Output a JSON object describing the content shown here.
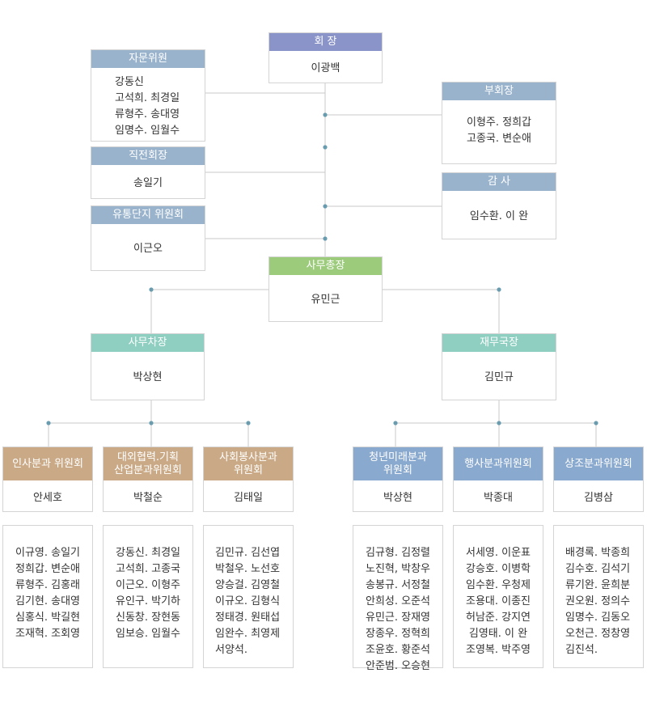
{
  "colors": {
    "president_header": "#8a94c8",
    "board_header": "#9ab3cc",
    "secretary_general_header": "#9ccb7c",
    "deputy_header": "#8fcfc1",
    "committee_left_header": "#caa986",
    "committee_right_header": "#8aa9cf",
    "connector_line": "#c8c8c8",
    "connector_dot": "#6a9cb0"
  },
  "president": {
    "title": "회 장",
    "name": "이광백"
  },
  "advisors": {
    "title": "자문위원",
    "members": [
      "강동신",
      "고석희. 최경일",
      "류형주. 송대영",
      "임명수. 임월수"
    ]
  },
  "former_president": {
    "title": "직전회장",
    "name": "송일기"
  },
  "distribution_committee": {
    "title": "유통단지 위원회",
    "name": "이근오"
  },
  "vice_presidents": {
    "title": "부회장",
    "members": [
      "이형주. 정희갑",
      "고종국. 변순애"
    ]
  },
  "auditors": {
    "title": "감 사",
    "name": "임수환. 이 완"
  },
  "secretary_general": {
    "title": "사무총장",
    "name": "유민근"
  },
  "deputy_secretary": {
    "title": "사무차장",
    "name": "박상현"
  },
  "finance_director": {
    "title": "재무국장",
    "name": "김민규"
  },
  "committees": [
    {
      "title": "인사분과 위원회",
      "chair": "안세호",
      "members": [
        "이규영. 송일기",
        "정희갑. 변순애",
        "류형주. 김홍래",
        "김기현. 송대영",
        "심홍식. 박길현",
        "조재혁. 조회영"
      ]
    },
    {
      "title": "대외협력.기획\n산업분과위원회",
      "chair": "박철순",
      "members": [
        "강동신. 최경일",
        "고석희. 고종국",
        "이근오. 이형주",
        "유인구. 박기하",
        "신동창. 장현동",
        "임보승. 임월수"
      ]
    },
    {
      "title": "사회봉사분과\n위원회",
      "chair": "김태일",
      "members": [
        "김민규. 김선엽",
        "박철우. 노선호",
        "양승걸. 김영철",
        "이규오. 김형식",
        "정태경. 원태섭",
        "임완수. 최영제",
        "서양석."
      ]
    },
    {
      "title": "청년미래분과\n위원회",
      "chair": "박상현",
      "members": [
        "김규형. 김정렬",
        "노진혁, 박창우",
        "송봉규. 서정철",
        "안희성. 오준석",
        "유민근. 장재영",
        "장종우. 정혁희",
        "조윤호. 황준석",
        "안준범. 오승현"
      ]
    },
    {
      "title": "행사분과위원회",
      "chair": "박종대",
      "members": [
        "서세영. 이운표",
        "강승호. 이병학",
        "임수환. 우청제",
        "조용대. 이종진",
        "허남준. 강지연",
        "김영태. 이 완",
        "조영복. 박주영"
      ]
    },
    {
      "title": "상조분과위원회",
      "chair": "김병삼",
      "members": [
        "배경록. 박종희",
        "김수호. 김석기",
        "류기완. 윤희분",
        "권오원. 정의수",
        "임명수. 김동오",
        "오천근. 정창영",
        "김진석."
      ]
    }
  ]
}
